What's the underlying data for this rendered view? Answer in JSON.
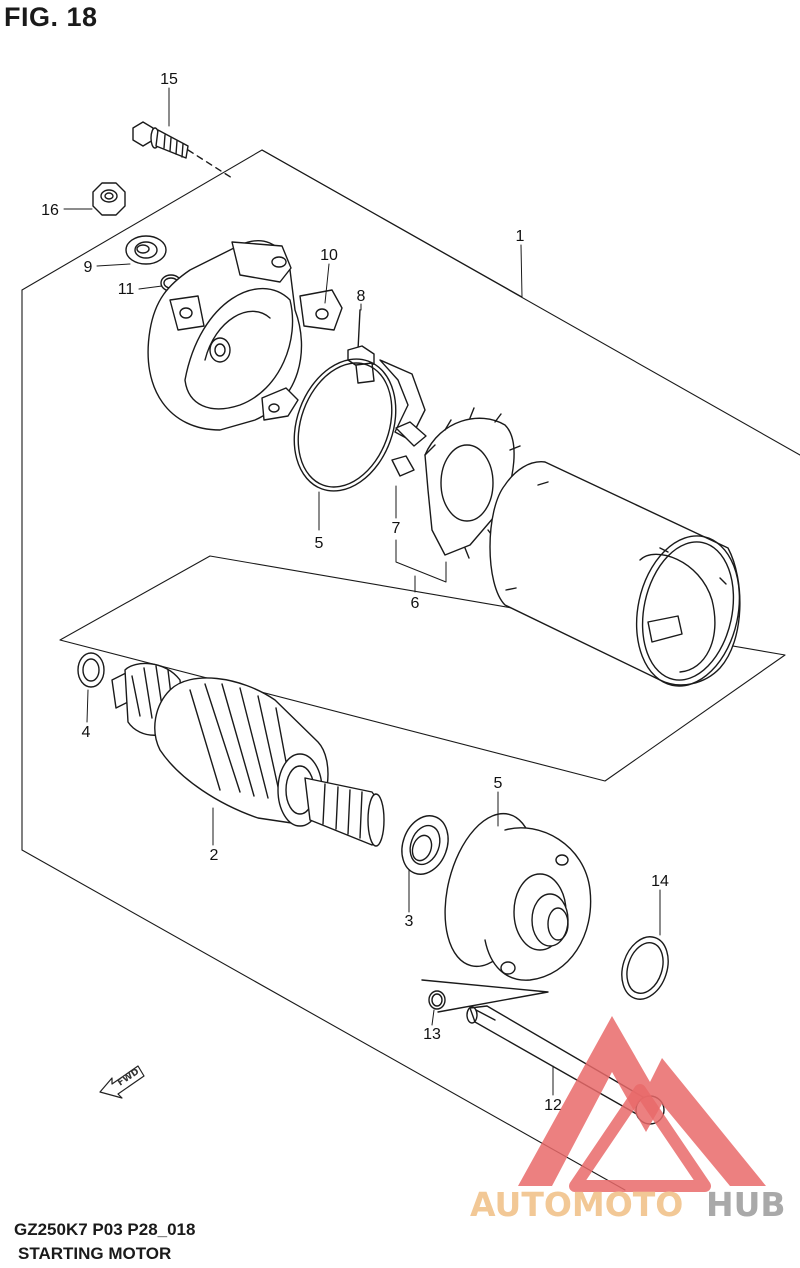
{
  "figure": {
    "title": "FIG. 18"
  },
  "footer": {
    "model_code": "GZ250K7 P03 P28_018",
    "assembly_name": "STARTING MOTOR"
  },
  "callouts": {
    "c1": "1",
    "c2": "2",
    "c3": "3",
    "c4": "4",
    "c5a": "5",
    "c5b": "5",
    "c6": "6",
    "c7": "7",
    "c8": "8",
    "c9": "9",
    "c10": "10",
    "c11": "11",
    "c12": "12",
    "c13": "13",
    "c14": "14",
    "c15": "15",
    "c16": "16"
  },
  "direction_marker": {
    "label": "FWD",
    "icon": "forward-arrow-icon"
  },
  "watermark": {
    "word_part1": "AUTOMOTO",
    "word_part2": "HUB",
    "colors": {
      "triangle": "#e96a6a",
      "part1": "#f2c896",
      "part2": "#a9a9a9"
    }
  }
}
